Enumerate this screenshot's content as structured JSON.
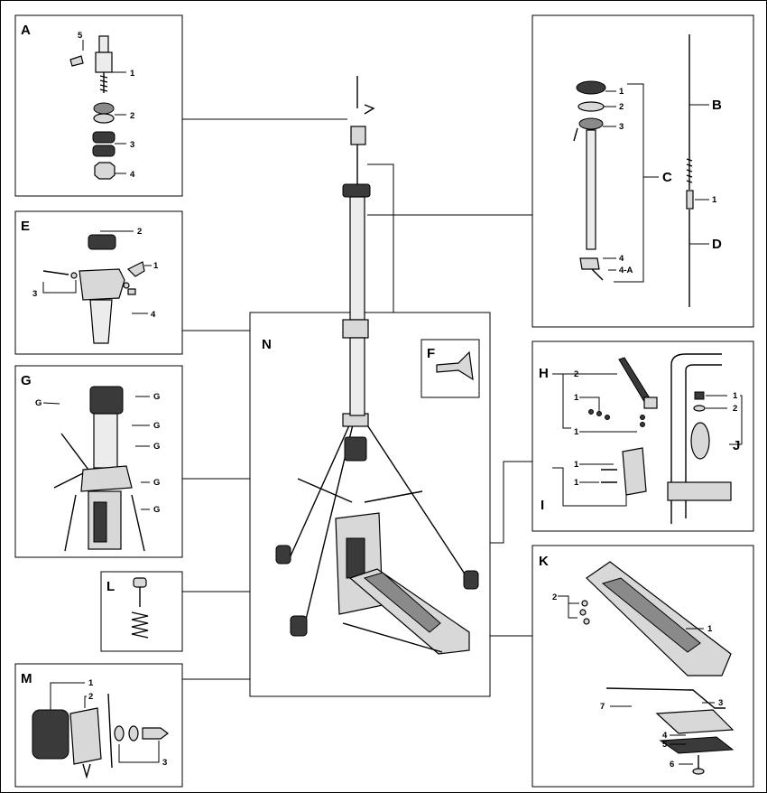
{
  "sections": {
    "A": {
      "letter": "A",
      "nums": [
        "5",
        "1",
        "2",
        "3",
        "4"
      ]
    },
    "B": {
      "letter": "B"
    },
    "C": {
      "letter": "C",
      "nums": [
        "1",
        "2",
        "3",
        "4",
        "4-A"
      ]
    },
    "D": {
      "letter": "D",
      "nums": [
        "1"
      ]
    },
    "E": {
      "letter": "E",
      "nums": [
        "2",
        "1",
        "3",
        "4"
      ]
    },
    "F": {
      "letter": "F"
    },
    "G": {
      "letter": "G",
      "callout": "G"
    },
    "H": {
      "letter": "H",
      "nums": [
        "2",
        "1",
        "1"
      ]
    },
    "I": {
      "letter": "I",
      "nums": [
        "1",
        "1"
      ]
    },
    "J": {
      "letter": "J",
      "nums": [
        "1",
        "2"
      ]
    },
    "K": {
      "letter": "K",
      "nums": [
        "2",
        "1",
        "3",
        "7",
        "4",
        "5",
        "6"
      ]
    },
    "L": {
      "letter": "L"
    },
    "M": {
      "letter": "M",
      "nums": [
        "1",
        "2",
        "3"
      ]
    },
    "N": {
      "letter": "N"
    }
  }
}
